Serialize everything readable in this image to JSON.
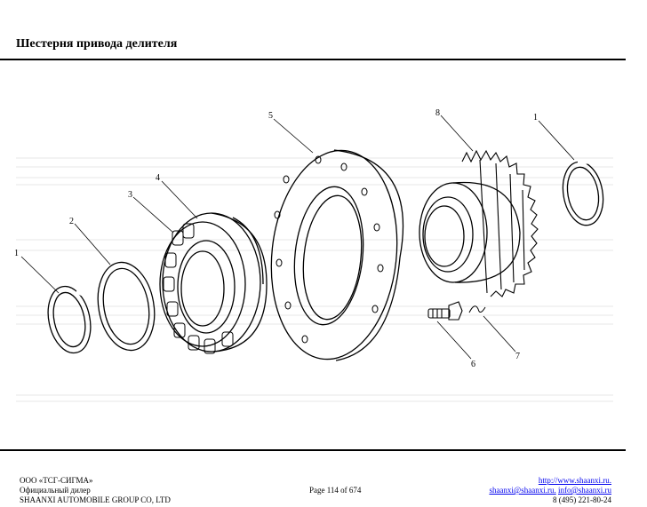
{
  "page": {
    "title": "Шестерня привода делителя"
  },
  "callouts": {
    "c1_left": "1",
    "c2": "2",
    "c3": "3",
    "c4": "4",
    "c5": "5",
    "c6": "6",
    "c7": "7",
    "c8": "8",
    "c1_right": "1"
  },
  "footer": {
    "company": "ООО «ТСГ-СИГМА»",
    "dealer": "Официальный дилер",
    "group": "SHAANXI AUTOMOBILE GROUP CO, LTD",
    "page_label": "Page 114 of 674",
    "website": "http://www.shaanxi.ru.",
    "email1": "shaanxi@shaanxi.ru.",
    "email2": "info@shaanxi.ru",
    "phone": "8 (495) 221-80-24"
  }
}
